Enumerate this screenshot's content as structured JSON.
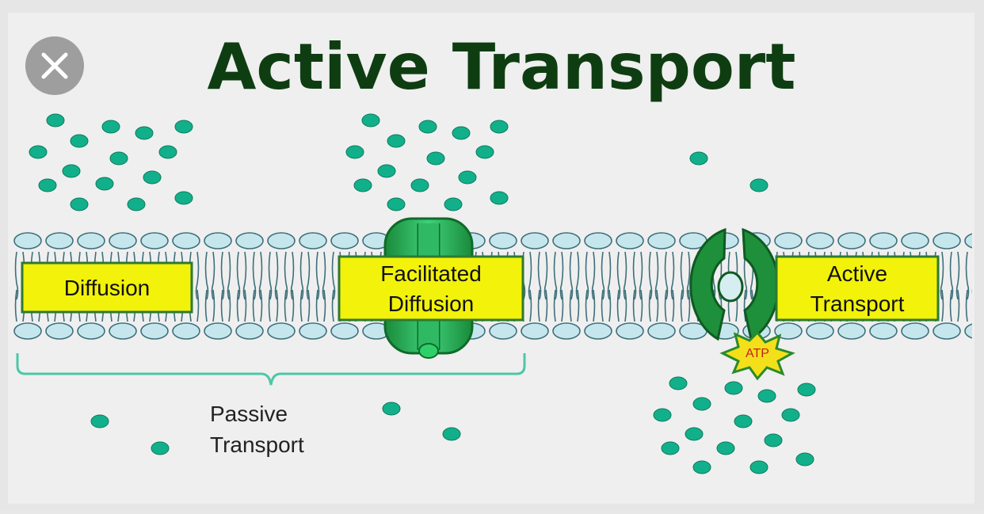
{
  "diagram": {
    "title": "Active Transport",
    "boxes": {
      "diffusion": "Diffusion",
      "facilitated_line1": "Facilitated",
      "facilitated_line2": "Diffusion",
      "active_line1": "Active",
      "active_line2": "Transport"
    },
    "passive_line1": "Passive",
    "passive_line2": "Transport",
    "atp_label": "ATP"
  },
  "colors": {
    "background": "#efefef",
    "title": "#0f3d12",
    "molecule": "#12b08a",
    "membrane_head": "#c6e6ee",
    "label_box": "#f2f20a",
    "protein": "#1e8f3a",
    "protein_light": "#35c46a",
    "atp_burst": "#f4e01a",
    "bracket": "#4cc7a8"
  },
  "icons": {
    "close": "close-icon"
  }
}
